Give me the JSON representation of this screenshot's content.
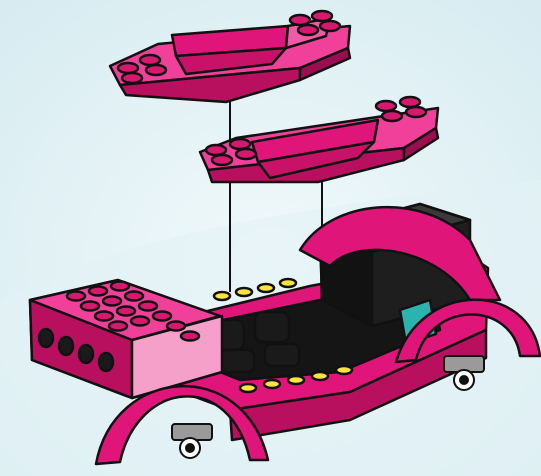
{
  "scene": {
    "subject": "",
    "colors": {
      "background_light": "#e6f3f6",
      "background_dark": "#d2e8ee",
      "magenta": "#e0157a",
      "magenta_dark": "#b8105f",
      "magenta_top": "#f0409a",
      "pink_light": "#f4a0c8",
      "black_brick": "#1e1e1e",
      "black_top": "#3a3a3a",
      "stud_yellow": "#ffe53a",
      "window_teal": "#2bb3b0",
      "gray": "#9a9a9a",
      "outline": "#111111"
    },
    "parts": [
      {
        "name": "upper-roof-plate",
        "icon": "slope-plate-icon"
      },
      {
        "name": "lower-roof-plate",
        "icon": "slope-plate-icon"
      },
      {
        "name": "car-base",
        "icon": "car-chassis-icon"
      },
      {
        "name": "front-fender",
        "icon": "arch-icon"
      },
      {
        "name": "rear-fender",
        "icon": "arch-icon"
      },
      {
        "name": "rear-seat-block",
        "icon": "brick-icon"
      },
      {
        "name": "front-hood-block",
        "icon": "brick-icon"
      },
      {
        "name": "front-axle",
        "icon": "axle-icon"
      },
      {
        "name": "rear-axle",
        "icon": "axle-icon"
      },
      {
        "name": "assembly-guide-lines",
        "icon": "guide-line-icon"
      }
    ]
  }
}
